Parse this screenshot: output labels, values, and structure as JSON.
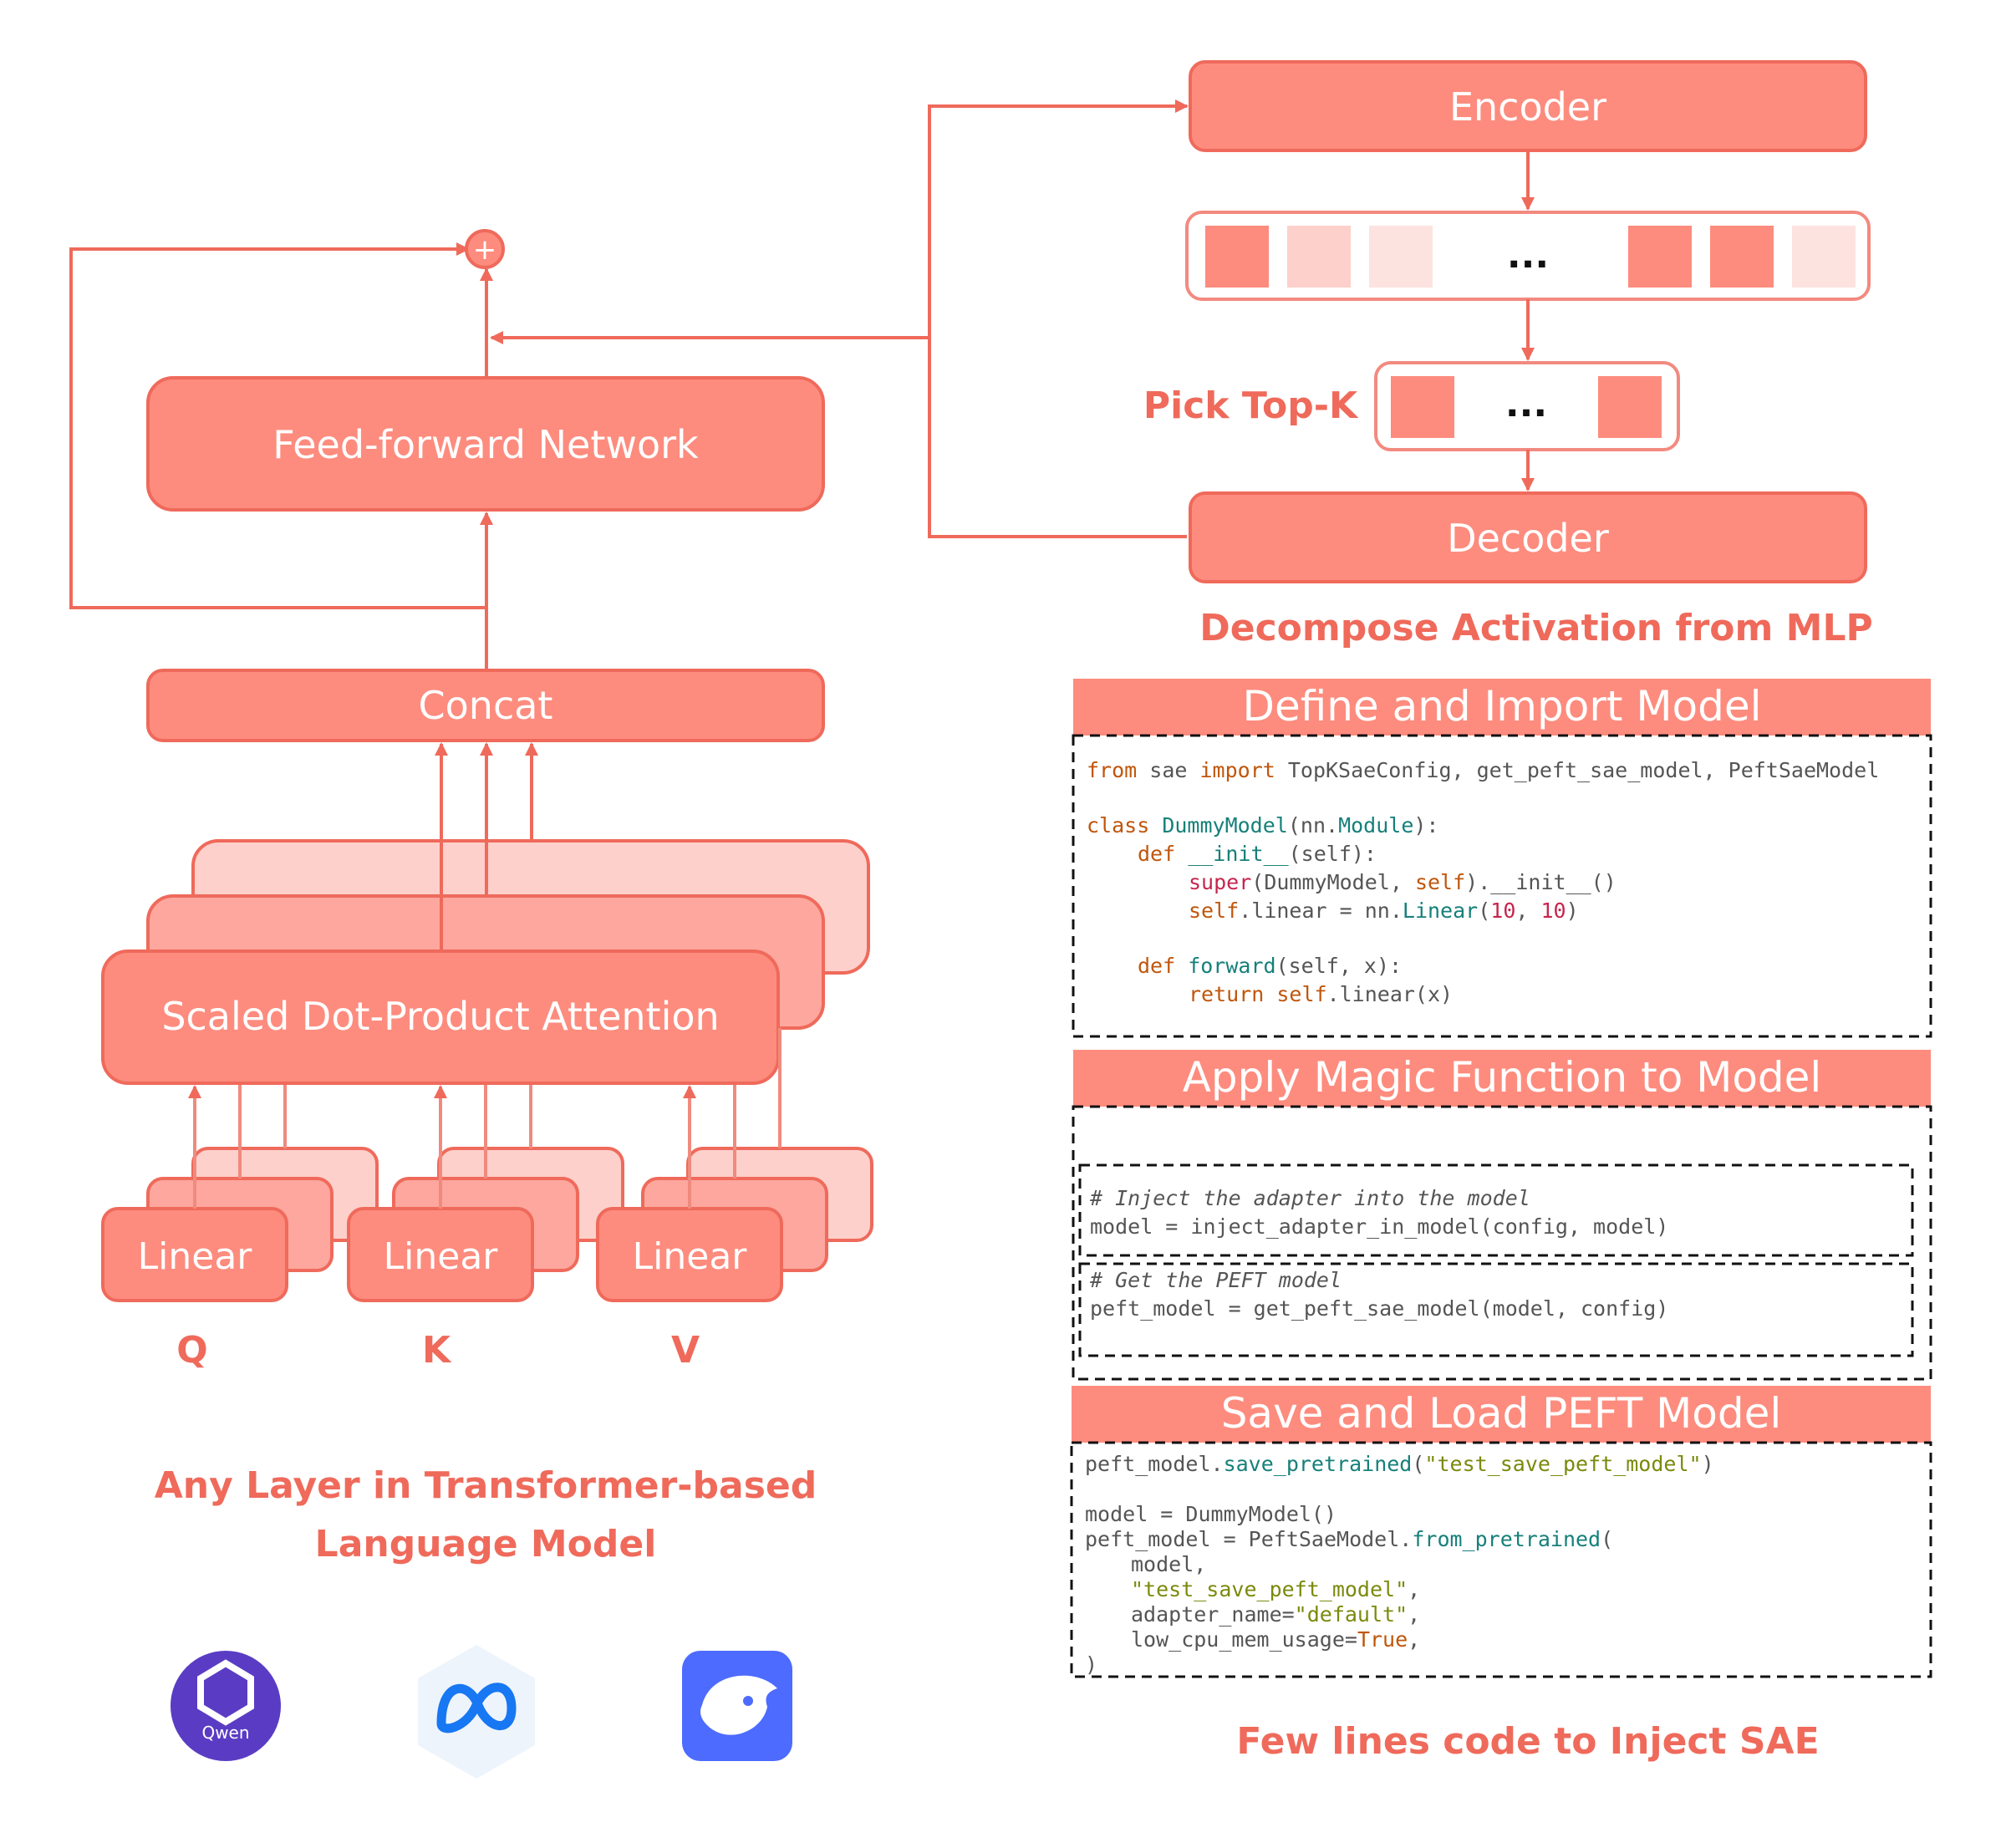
{
  "transformer": {
    "ffn_label": "Feed-forward Network",
    "concat_label": "Concat",
    "attention_label": "Scaled Dot-Product Attention",
    "linear_labels": [
      "Linear",
      "Linear",
      "Linear"
    ],
    "qkv_labels": [
      "Q",
      "K",
      "V"
    ],
    "caption_line1": "Any Layer in Transformer-based",
    "caption_line2": "Language Model",
    "plus_symbol": "+",
    "logos": [
      {
        "name": "qwen-logo",
        "text": "Qwen"
      },
      {
        "name": "meta-logo",
        "text": ""
      },
      {
        "name": "deepseek-logo",
        "text": ""
      }
    ]
  },
  "sae": {
    "encoder_label": "Encoder",
    "decoder_label": "Decoder",
    "pick_topk_label": "Pick Top-K",
    "ellipsis": "...",
    "caption": "Decompose Activation from MLP"
  },
  "code_panel": {
    "section1_title": "Define and Import Model",
    "section2_title": "Apply Magic Function to Model",
    "section3_title": "Save and Load PEFT Model",
    "caption": "Few lines code to Inject SAE",
    "s1": {
      "l1_from": "from",
      "l1_mod": " sae ",
      "l1_import": "import",
      "l1_rest": " TopKSaeConfig, get_peft_sae_model, PeftSaeModel",
      "l2_class": "class",
      "l2_name": " DummyModel",
      "l2_open": "(nn.",
      "l2_module": "Module",
      "l2_close": "):",
      "l3_def": "def",
      "l3_init": " __init__",
      "l3_self": "(self):",
      "l4_super": "super",
      "l4_rest": "(DummyModel, ",
      "l4_self": "self",
      "l4_init": ").__init__()",
      "l5_self": "self",
      "l5_mid": ".linear = nn.",
      "l5_linear": "Linear",
      "l5_open": "(",
      "l5_n1": "10",
      "l5_comma": ", ",
      "l5_n2": "10",
      "l5_close": ")",
      "l6_def": "def",
      "l6_fwd": " forward",
      "l6_args": "(self, x):",
      "l7_ret": "return",
      "l7_self": " self",
      "l7_rest": ".linear(x)"
    },
    "s2": {
      "c1": "# Inject the adapter into the model",
      "l1": "model = inject_adapter_in_model(config, model)",
      "c2": "# Get the PEFT model",
      "l2": "peft_model = get_peft_sae_model(model, config)"
    },
    "s3": {
      "l1_a": "peft_model.",
      "l1_fn": "save_pretrained",
      "l1_open": "(",
      "l1_str": "\"test_save_peft_model\"",
      "l1_close": ")",
      "l2": "model = DummyModel()",
      "l3_a": "peft_model = PeftSaeModel.",
      "l3_fn": "from_pretrained",
      "l3_open": "(",
      "l4": "model,",
      "l5_str": "\"test_save_peft_model\"",
      "l5_comma": ",",
      "l6_a": "adapter_name=",
      "l6_str": "\"default\"",
      "l6_comma": ",",
      "l7_a": "low_cpu_mem_usage=",
      "l7_kw": "True",
      "l7_comma": ",",
      "l8": ")"
    }
  },
  "colors": {
    "box_fill": "#fd8c7e",
    "box_stroke": "#ef6a5b",
    "light1": "#fda79e",
    "light2": "#fdd0cb",
    "light3": "#fde3e0",
    "arrow": "#ef6a5b"
  }
}
